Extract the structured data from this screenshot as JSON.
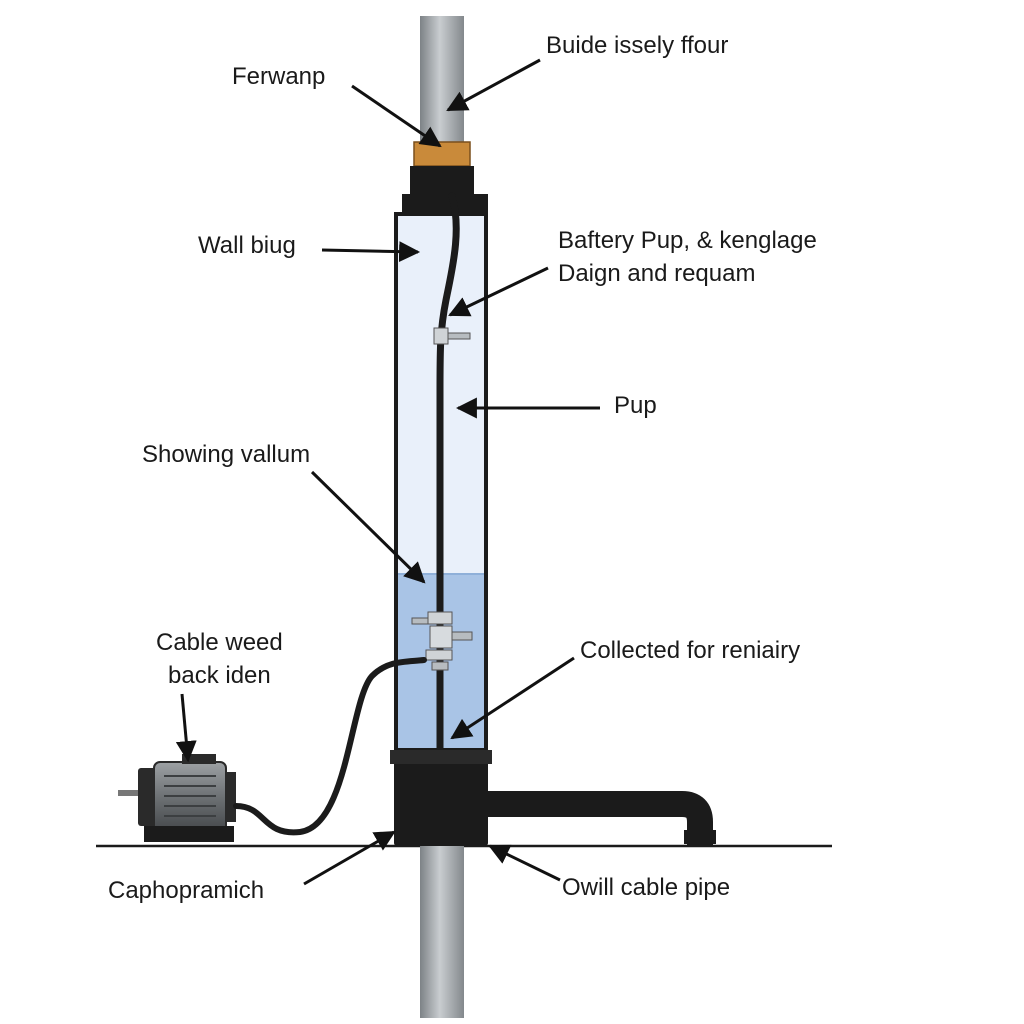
{
  "labels": {
    "top_left": "Ferwanp",
    "top_right": "Buide issely ffour",
    "wall": "Wall biug",
    "battery_line1": "Baftery Pup, & kenglage",
    "battery_line2": "Daign and requam",
    "pup": "Pup",
    "showing": "Showing vallum",
    "cable_line1": "Cable weed",
    "cable_line2": "back iden",
    "collected": "Collected for reniairy",
    "bottom_left": "Caphopramich",
    "bottom_right": "Owill cable pipe"
  },
  "colors": {
    "background": "#ffffff",
    "pipe_gray": "#9a9fa3",
    "coupling_orange": "#c98a3a",
    "tube_fill": "#e9f0fa",
    "water": "#a9c4e6",
    "dark": "#1b1b1b",
    "motor": "#6f7376"
  }
}
